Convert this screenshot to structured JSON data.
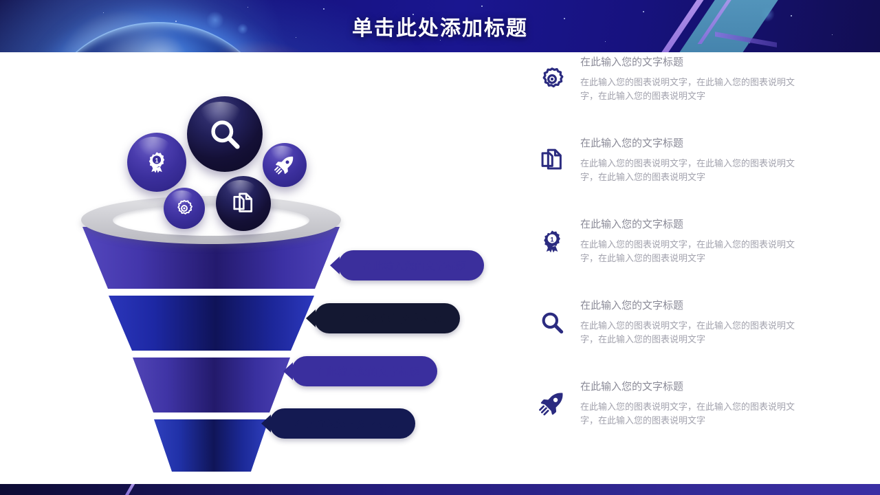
{
  "header": {
    "title": "单击此处添加标题"
  },
  "funnel": {
    "bands": [
      {
        "label": "在此输入您的文字标题",
        "color": "#4a3fb0",
        "callout_color": "#3b2f9c"
      },
      {
        "label": "在此输入您的文字标题",
        "color": "#1e2ba4",
        "callout_color": "#141832"
      },
      {
        "label": "在此输入您的文字标题",
        "color": "#463a9e",
        "callout_color": "#3a2f9e"
      },
      {
        "label": "在此输入您的文字标题",
        "color": "#1f3099",
        "callout_color": "#141a52"
      }
    ],
    "spheres": [
      {
        "icon": "medal-icon",
        "style": "mid"
      },
      {
        "icon": "search-icon",
        "style": "dark"
      },
      {
        "icon": "rocket-icon",
        "style": "mid"
      },
      {
        "icon": "gear-icon",
        "style": "mid"
      },
      {
        "icon": "documents-icon",
        "style": "dark"
      }
    ]
  },
  "list": {
    "items": [
      {
        "icon": "gear-icon",
        "title": "在此输入您的文字标题",
        "desc": "在此输入您的图表说明文字，在此输入您的图表说明文字，在此输入您的图表说明文字"
      },
      {
        "icon": "documents-icon",
        "title": "在此输入您的文字标题",
        "desc": "在此输入您的图表说明文字，在此输入您的图表说明文字，在此输入您的图表说明文字"
      },
      {
        "icon": "medal-icon",
        "title": "在此输入您的文字标题",
        "desc": "在此输入您的图表说明文字，在此输入您的图表说明文字，在此输入您的图表说明文字"
      },
      {
        "icon": "search-icon",
        "title": "在此输入您的文字标题",
        "desc": "在此输入您的图表说明文字，在此输入您的图表说明文字，在此输入您的图表说明文字"
      },
      {
        "icon": "rocket-icon",
        "title": "在此输入您的文字标题",
        "desc": "在此输入您的图表说明文字，在此输入您的图表说明文字，在此输入您的图表说明文字"
      }
    ]
  },
  "colors": {
    "header_bg": "#161280",
    "icon": "#2b2b80",
    "title_text": "#8b8b98",
    "desc_text": "#a2a2ad",
    "footer": "#2b2288"
  }
}
